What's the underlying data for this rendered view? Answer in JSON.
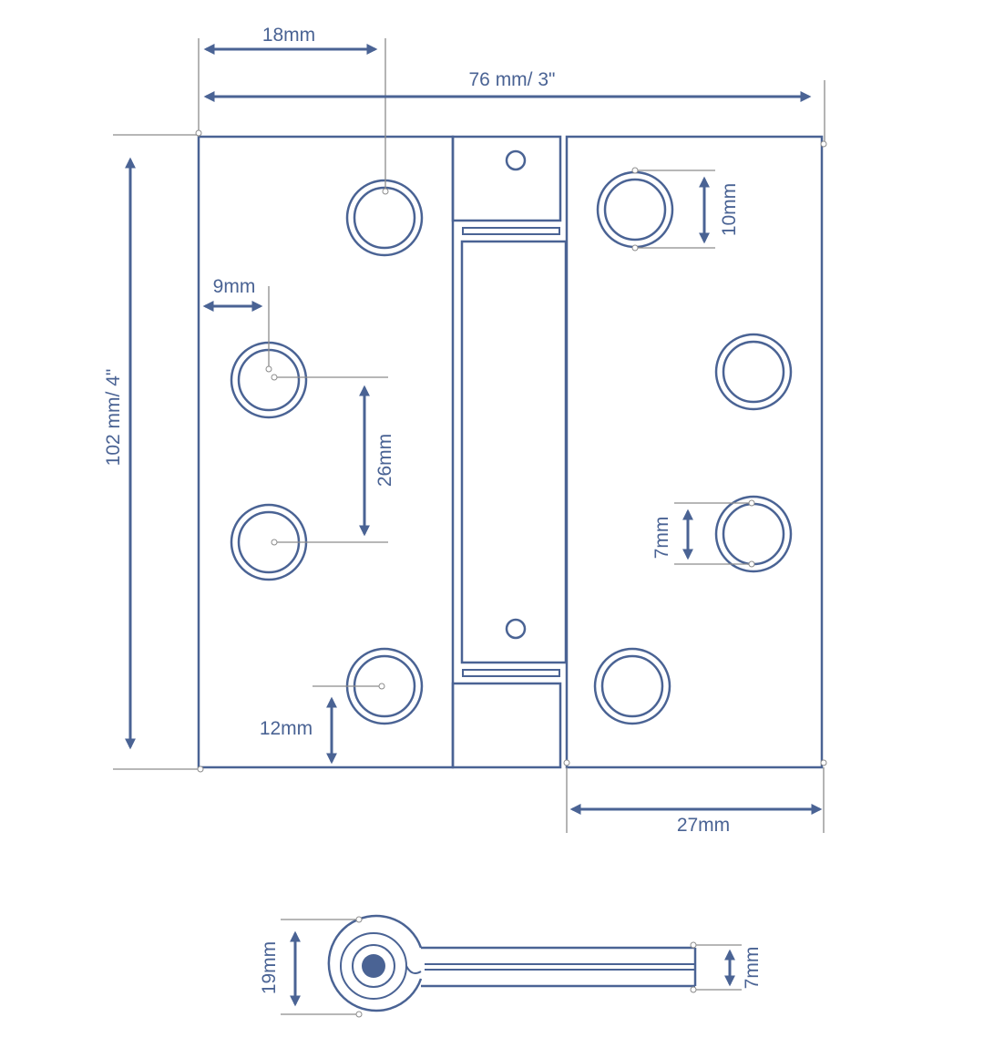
{
  "colors": {
    "outline": "#4a6394",
    "extension_line": "#8c8c8c",
    "background": "#ffffff"
  },
  "front_view": {
    "dim_width_total": "76 mm/ 3\"",
    "dim_height_total": "102 mm/ 4\"",
    "dim_hole_offset_top": "18mm",
    "dim_hole_offset_side": "9mm",
    "dim_hole_spacing": "26mm",
    "dim_hole_offset_bottom": "12mm",
    "dim_hole_outer": "10mm",
    "dim_hole_inner": "7mm",
    "dim_leaf_width": "27mm"
  },
  "side_view": {
    "dim_knuckle_diameter": "19mm",
    "dim_leaf_thickness": "7mm"
  }
}
